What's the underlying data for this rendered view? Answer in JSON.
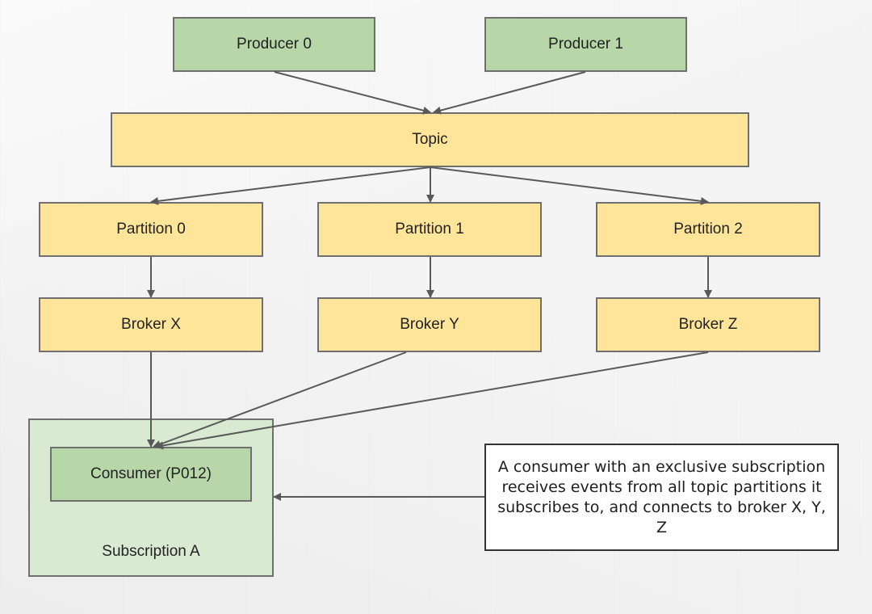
{
  "diagram": {
    "nodes": {
      "producer0": {
        "label": "Producer 0"
      },
      "producer1": {
        "label": "Producer 1"
      },
      "topic": {
        "label": "Topic"
      },
      "partition0": {
        "label": "Partition 0"
      },
      "partition1": {
        "label": "Partition 1"
      },
      "partition2": {
        "label": "Partition 2"
      },
      "brokerX": {
        "label": "Broker X"
      },
      "brokerY": {
        "label": "Broker Y"
      },
      "brokerZ": {
        "label": "Broker Z"
      },
      "consumer": {
        "label": "Consumer (P012)"
      },
      "subscription": {
        "label": "Subscription A"
      }
    },
    "note": {
      "text": "A consumer with an exclusive subscription receives events from all topic partitions it subscribes to, and connects to broker X, Y, Z"
    },
    "edges": [
      {
        "from": "producer0",
        "to": "topic"
      },
      {
        "from": "producer1",
        "to": "topic"
      },
      {
        "from": "topic",
        "to": "partition0"
      },
      {
        "from": "topic",
        "to": "partition1"
      },
      {
        "from": "topic",
        "to": "partition2"
      },
      {
        "from": "partition0",
        "to": "brokerX"
      },
      {
        "from": "partition1",
        "to": "brokerY"
      },
      {
        "from": "partition2",
        "to": "brokerZ"
      },
      {
        "from": "brokerX",
        "to": "consumer"
      },
      {
        "from": "brokerY",
        "to": "consumer"
      },
      {
        "from": "brokerZ",
        "to": "consumer"
      },
      {
        "from": "note",
        "to": "subscription"
      }
    ],
    "colors": {
      "producer_fill": "#b7d7a8",
      "topic_fill": "#ffe599",
      "subscription_fill": "#d9ead3",
      "consumer_fill": "#b7d7a8",
      "border": "#6f6f6f",
      "arrow": "#595959"
    }
  }
}
